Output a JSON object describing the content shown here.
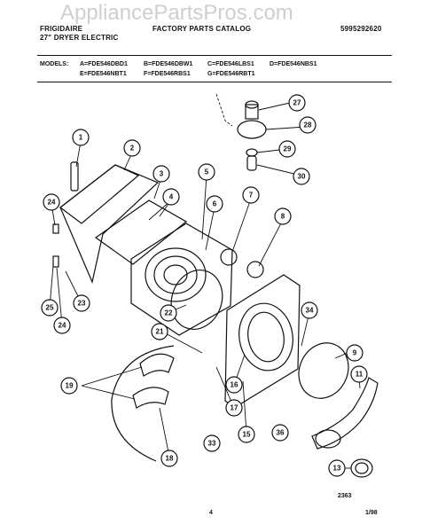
{
  "header": {
    "brand": "FRIGIDAIRE",
    "subtitle": "27\" DRYER ELECTRIC",
    "catalog": "FACTORY PARTS CATALOG",
    "part_number": "5995292620"
  },
  "watermark": "AppliancePartsPros.com",
  "models": {
    "label": "MODELS:",
    "items": [
      "A=FDE546DBD1",
      "B=FDE546DBW1",
      "C=FDE546LBS1",
      "D=FDE546NBS1",
      "E=FDE546NBT1",
      "F=FDE546RBS1",
      "G=FDE546RBT1"
    ]
  },
  "callouts": [
    "1",
    "2",
    "3",
    "4",
    "5",
    "6",
    "7",
    "8",
    "9",
    "11",
    "13",
    "15",
    "16",
    "17",
    "18",
    "19",
    "21",
    "22",
    "23",
    "24",
    "24",
    "25",
    "27",
    "28",
    "29",
    "30",
    "33",
    "34",
    "36"
  ],
  "footer": {
    "figure_code": "2363",
    "page_number": "4",
    "date": "1/98"
  }
}
